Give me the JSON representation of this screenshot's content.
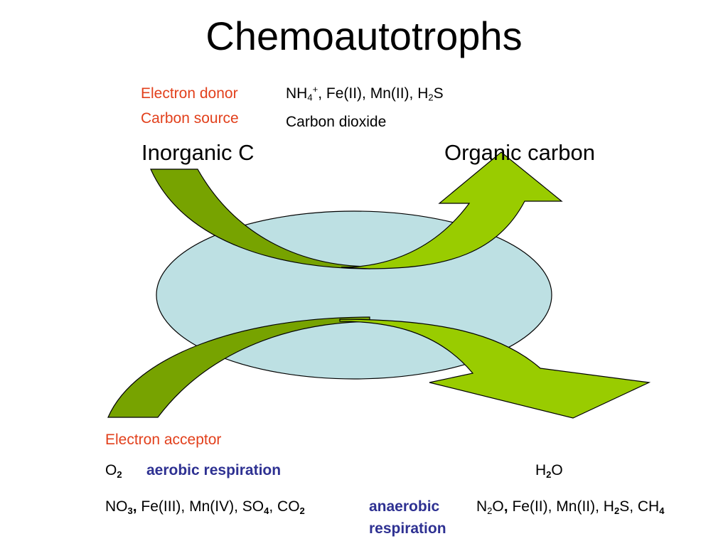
{
  "title": "Chemoautotrophs",
  "top_labels": {
    "electron_donor": "Electron donor",
    "carbon_source": "Carbon source",
    "donor_value": {
      "n": "NH",
      "nsub": "4",
      "nsup": "+",
      "mid": ", Fe(II), Mn(II), H",
      "hsub": "2",
      "end": "S"
    },
    "carbon_value": "Carbon dioxide"
  },
  "axis_labels": {
    "inorganic": "Inorganic C",
    "organic": "Organic carbon"
  },
  "bottom_labels": {
    "electron_acceptor": "Electron acceptor",
    "o2": {
      "base": "O",
      "sub": "2"
    },
    "aerobic": "aerobic respiration",
    "h2o": {
      "h": "H",
      "sub": "2",
      "o": "O"
    },
    "anaerobic_line1": "anaerobic",
    "anaerobic_line2": "respiration",
    "acceptors": {
      "a": "NO",
      "asub": "3",
      "acomma": ",",
      "b": " Fe(III), Mn(IV), SO",
      "bsub": "4",
      "c": ", CO",
      "csub": "2"
    },
    "products": {
      "a": "N",
      "asub": "2",
      "b": "O",
      "bcomma": ",",
      "c": " Fe(II), Mn(II), H",
      "csub": "2",
      "d": "S, CH",
      "dsub": "4"
    }
  },
  "colors": {
    "cell_fill": "#bde0e3",
    "dark_arrow": "#77a300",
    "light_arrow": "#99cc00",
    "red_label": "#e2401c",
    "blue_label": "#2e3192"
  }
}
